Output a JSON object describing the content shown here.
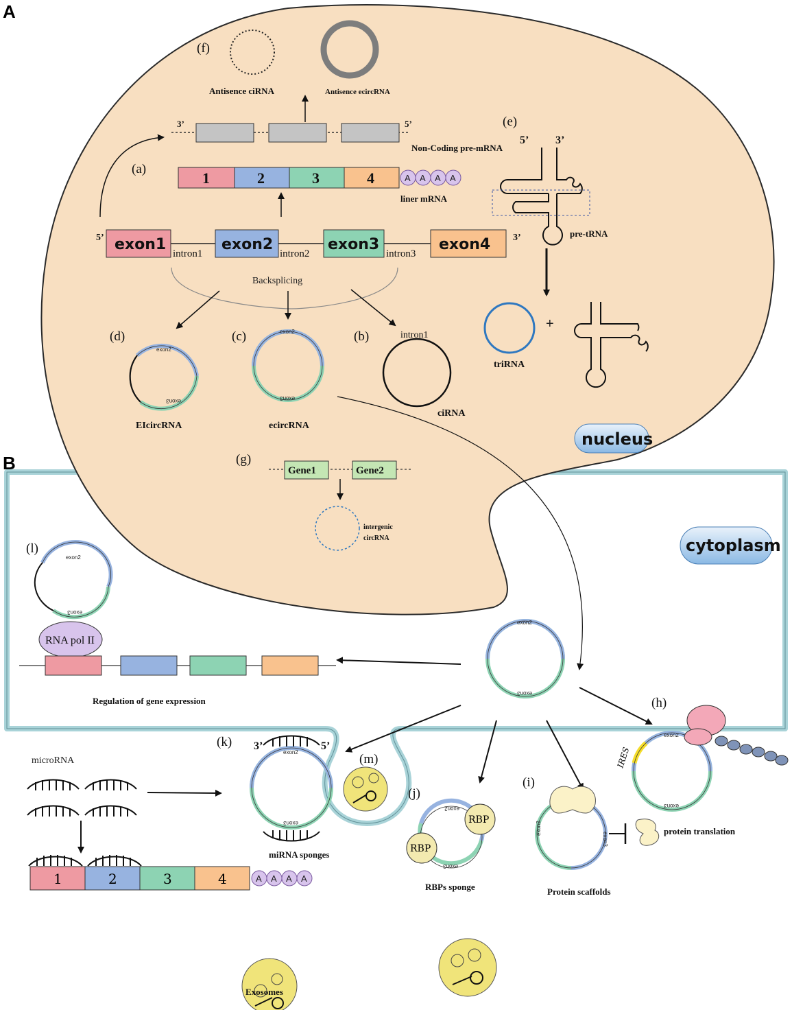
{
  "panels": {
    "a": "A",
    "b": "B"
  },
  "compartments": {
    "nucleus": "nucleus",
    "cytoplasm": "cytoplasm"
  },
  "steps": {
    "a": "(a)",
    "b": "(b)",
    "c": "(c)",
    "d": "(d)",
    "e": "(e)",
    "f": "(f)",
    "g": "(g)",
    "h": "(h)",
    "i": "(i)",
    "j": "(j)",
    "k": "(k)",
    "l": "(l)",
    "m": "(m)"
  },
  "labels": {
    "antisense_cirna": "Antisence ciRNA",
    "antisense_ecirc": "Antisence ecircRNA",
    "noncoding": "Non-Coding pre-mRNA",
    "liner": "liner mRNA",
    "backsplicing": "Backsplicing",
    "eicirc": "EIcircRNA",
    "ecirc": "ecircRNA",
    "cirna": "ciRNA",
    "intron1_circle": "intron1",
    "trirna": "triRNA",
    "pretrna": "pre-tRNA",
    "intergenic_1": "intergenic",
    "intergenic_2": "circRNA",
    "rna_pol": "RNA pol II",
    "regulation": "Regulation of gene expression",
    "microrna": "microRNA",
    "mirna_sponges": "miRNA sponges",
    "rbps_sponge": "RBPs sponge",
    "scaffolds": "Protein scaffolds",
    "translation": "protein translation",
    "exosomes": "Exosomes",
    "ires": "IRES",
    "rbp": "RBP",
    "plus": "+"
  },
  "ends": {
    "five": "5’",
    "three": "3’"
  },
  "pre_mrna": {
    "exons": [
      "exon1",
      "exon2",
      "exon3",
      "exon4"
    ],
    "introns": [
      "intron1",
      "intron2",
      "intron3"
    ]
  },
  "mrna_numbers": [
    "1",
    "2",
    "3",
    "4"
  ],
  "poly_a": [
    "A",
    "A",
    "A",
    "A"
  ],
  "genes": [
    "Gene1",
    "Gene2"
  ],
  "circle_tags": {
    "exon2": "exon2",
    "exon3": "exon3"
  },
  "colors": {
    "nucleus_fill": "#f8dfc1",
    "exon1": "#ee9aa2",
    "exon2": "#97b3e0",
    "exon3": "#8dd3b3",
    "exon4": "#f9c28e",
    "gene": "#c4e6b4",
    "polyA": "#d8c4ec",
    "ribosome": "#f3a8b8",
    "protein": "#fbf2c8",
    "exosome": "#f0e47a",
    "cell_border": "#a9d3d8",
    "trirna": "#2f78c0"
  }
}
